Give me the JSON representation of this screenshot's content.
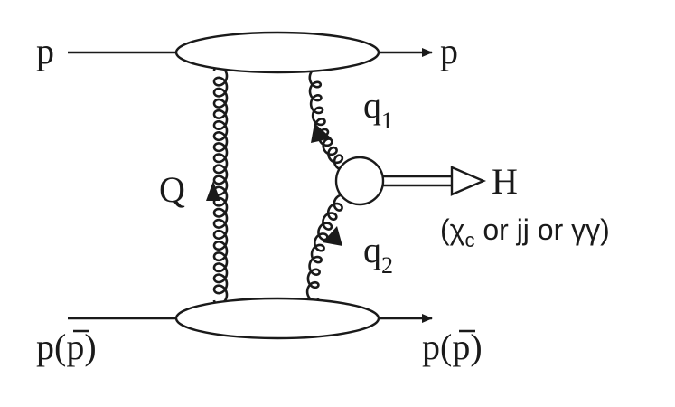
{
  "diagram": {
    "particles": {
      "top_left": "p",
      "top_right": "p",
      "bottom_left_main": "p(",
      "bottom_left_bar": "p",
      "bottom_left_close": ")",
      "bottom_right_main": "p(",
      "bottom_right_bar": "p",
      "bottom_right_close": ")"
    },
    "gluons": {
      "exchange": "Q",
      "upper_base": "q",
      "upper_sub": "1",
      "lower_base": "q",
      "lower_sub": "2"
    },
    "higgs": {
      "label": "H",
      "open_paren": "(",
      "chi": "χ",
      "chi_sub": "c",
      "rest": " or jj or γγ)"
    }
  }
}
